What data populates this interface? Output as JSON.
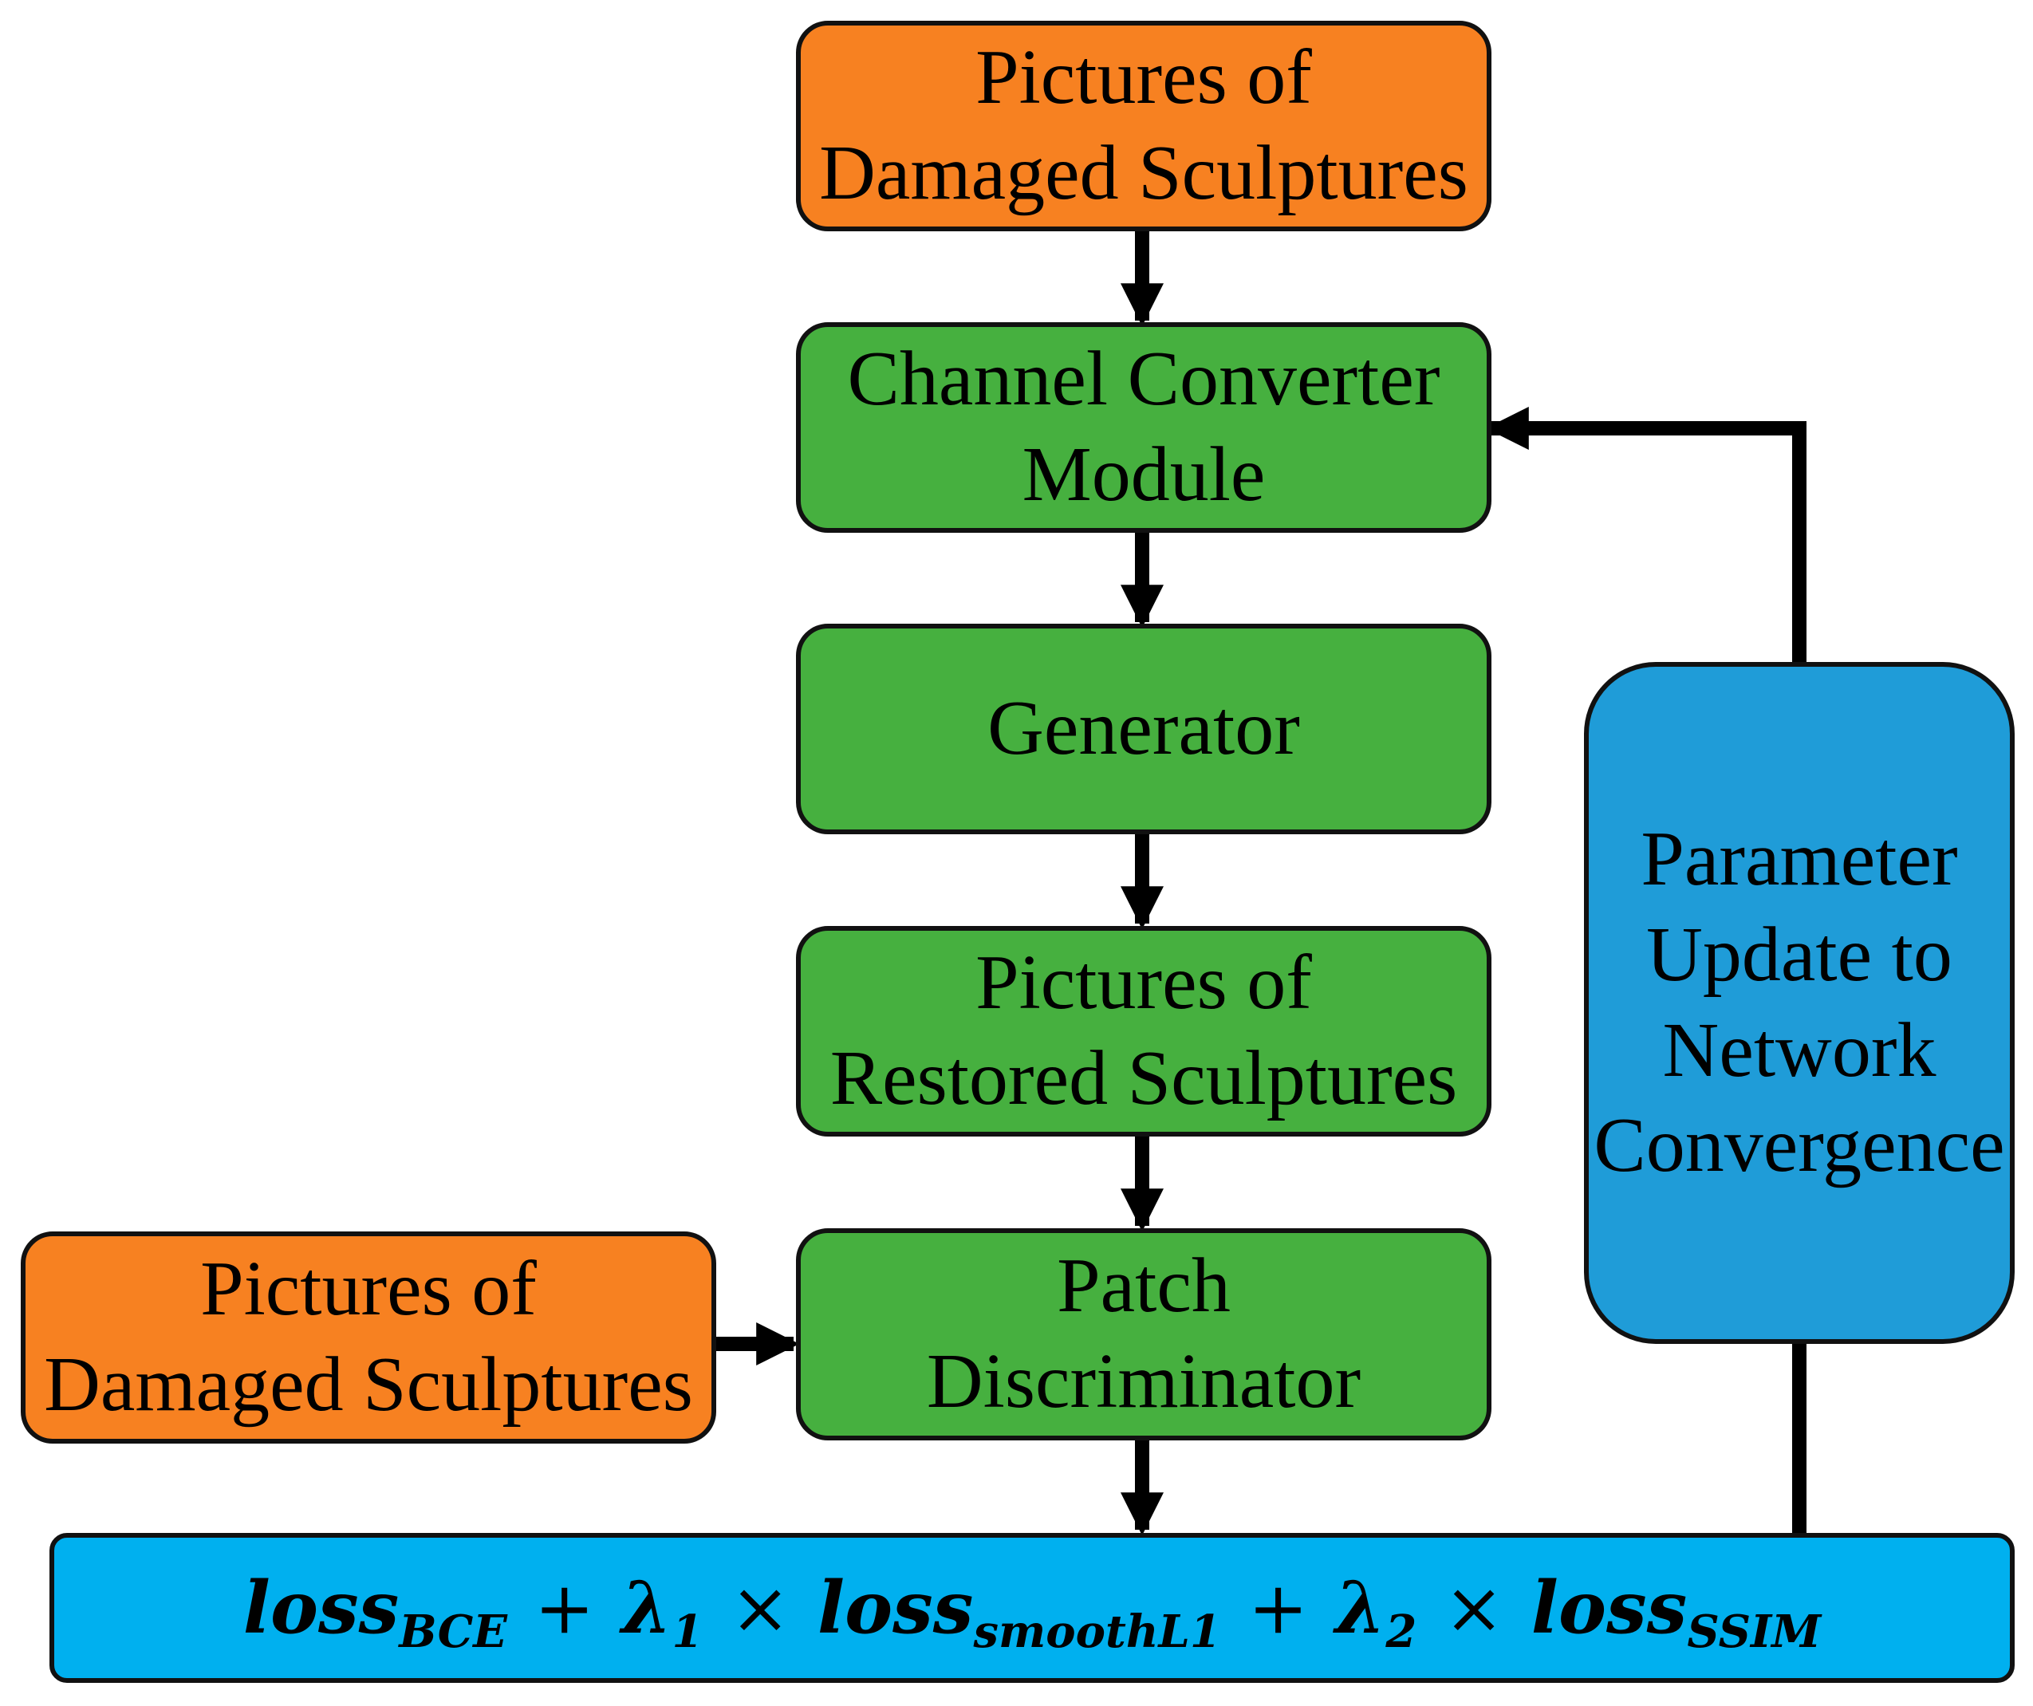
{
  "nodes": {
    "damaged_top": {
      "lines": [
        "Pictures of",
        "Damaged Sculptures"
      ],
      "color": "#f78121"
    },
    "channel_converter": {
      "lines": [
        "Channel Converter",
        "Module"
      ],
      "color": "#46b03f"
    },
    "generator": {
      "lines": [
        "Generator"
      ],
      "color": "#46b03f"
    },
    "restored": {
      "lines": [
        "Pictures of",
        "Restored Sculptures"
      ],
      "color": "#46b03f"
    },
    "discriminator": {
      "lines": [
        "Patch",
        "Discriminator"
      ],
      "color": "#46b03f"
    },
    "damaged_left": {
      "lines": [
        "Pictures of",
        "Damaged Sculptures"
      ],
      "color": "#f78121"
    },
    "param_update": {
      "lines": [
        "Parameter",
        "Update to",
        "Network",
        "Convergence"
      ],
      "color": "#1f9cd8"
    }
  },
  "loss_formula": {
    "color": "#00b0ef",
    "terms": [
      {
        "base": "loss",
        "sub": "BCE"
      },
      {
        "op": "+"
      },
      {
        "base": "λ",
        "sub": "1"
      },
      {
        "op": "×"
      },
      {
        "base": "loss",
        "sub": "smoothL1"
      },
      {
        "op": "+"
      },
      {
        "base": "λ",
        "sub": "2"
      },
      {
        "op": "×"
      },
      {
        "base": "loss",
        "sub": "SSIM"
      }
    ]
  },
  "edges": [
    {
      "from": "damaged_top",
      "to": "channel_converter"
    },
    {
      "from": "channel_converter",
      "to": "generator"
    },
    {
      "from": "generator",
      "to": "restored"
    },
    {
      "from": "restored",
      "to": "discriminator"
    },
    {
      "from": "damaged_left",
      "to": "discriminator"
    },
    {
      "from": "discriminator",
      "to": "loss_formula"
    },
    {
      "from": "loss_formula",
      "to": "param_update"
    },
    {
      "from": "param_update",
      "to": "channel_converter"
    }
  ]
}
